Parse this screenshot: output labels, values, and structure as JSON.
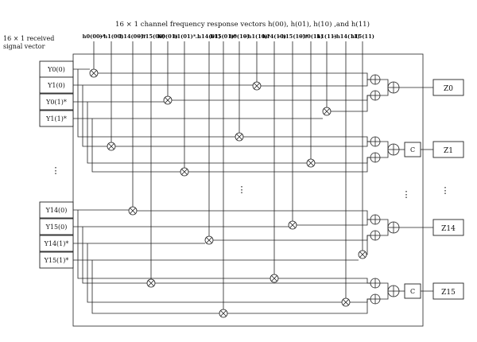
{
  "title": "16 × 1 channel frequency response vectors h(00), h(01), h(10) ,and h(11)",
  "received_label": [
    "16 × 1 received",
    "signal vector"
  ],
  "h_labels": [
    "h0(00)*",
    "−h1(00)",
    "h14(00)*",
    "−h15(00)",
    "h0(01)",
    "h1(01)*",
    "…",
    "h14(01)",
    "h15(01)*",
    "h0(10)",
    "−h1(10)*",
    "h14(10)",
    "−h15(10)*",
    "−h0(11)",
    "h1(11)",
    "−h14(11)",
    "h15(11)"
  ],
  "y_top": [
    "Y0(0)",
    "Y1(0)",
    "Y0(1)*",
    "Y1(1)*"
  ],
  "y_bottom": [
    "Y14(0)",
    "Y15(0)",
    "Y14(1)*",
    "Y15(1)*"
  ],
  "outputs": [
    "Z0",
    "Z1",
    "Z14",
    "Z15"
  ],
  "conj_label": "C",
  "ellipsis": "⋮"
}
